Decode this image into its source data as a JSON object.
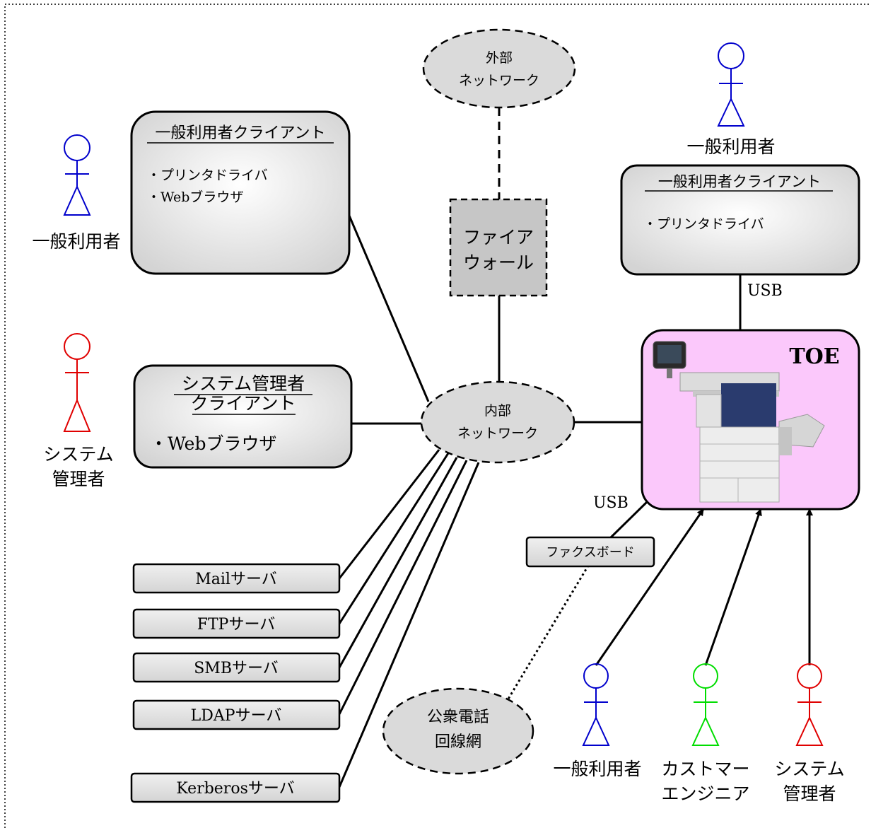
{
  "external_network": {
    "line1": "外部",
    "line2": "ネットワーク"
  },
  "internal_network": {
    "line1": "内部",
    "line2": "ネットワーク"
  },
  "firewall": {
    "line1": "ファイア",
    "line2": "ウォール"
  },
  "pstn": {
    "line1": "公衆電話",
    "line2": "回線網"
  },
  "client_left": {
    "title": "一般利用者クライアント",
    "items": [
      "・プリンタドライバ",
      "・Webブラウザ"
    ]
  },
  "client_right": {
    "title": "一般利用者クライアント",
    "items": [
      "・プリンタドライバ"
    ]
  },
  "admin_client": {
    "title_line1": "システム管理者",
    "title_line2": "クライアント",
    "items": [
      "・Webブラウザ"
    ]
  },
  "servers": [
    "Mailサーバ",
    "FTPサーバ",
    "SMBサーバ",
    "LDAPサーバ",
    "Kerberosサーバ"
  ],
  "fax_board": "ファクスボード",
  "toe_label": "TOE",
  "usb_labels": [
    "USB",
    "USB"
  ],
  "actors": {
    "user_left": {
      "lines": [
        "一般利用者"
      ],
      "color": "#0000cc"
    },
    "admin_left": {
      "lines": [
        "システム",
        "管理者"
      ],
      "color": "#e00000"
    },
    "user_top_right": {
      "lines": [
        "一般利用者"
      ],
      "color": "#0000cc"
    },
    "user_bottom": {
      "lines": [
        "一般利用者"
      ],
      "color": "#0000cc"
    },
    "engineer_bottom": {
      "lines": [
        "カストマー",
        "エンジニア"
      ],
      "color": "#00dd00"
    },
    "admin_bottom": {
      "lines": [
        "システム",
        "管理者"
      ],
      "color": "#e00000"
    }
  },
  "colors": {
    "toe_fill": "#fbc8fb",
    "firewall_fill": "#c6c6c6",
    "ellipse_fill": "#dadada",
    "box_fill": "#e6e6e6"
  }
}
